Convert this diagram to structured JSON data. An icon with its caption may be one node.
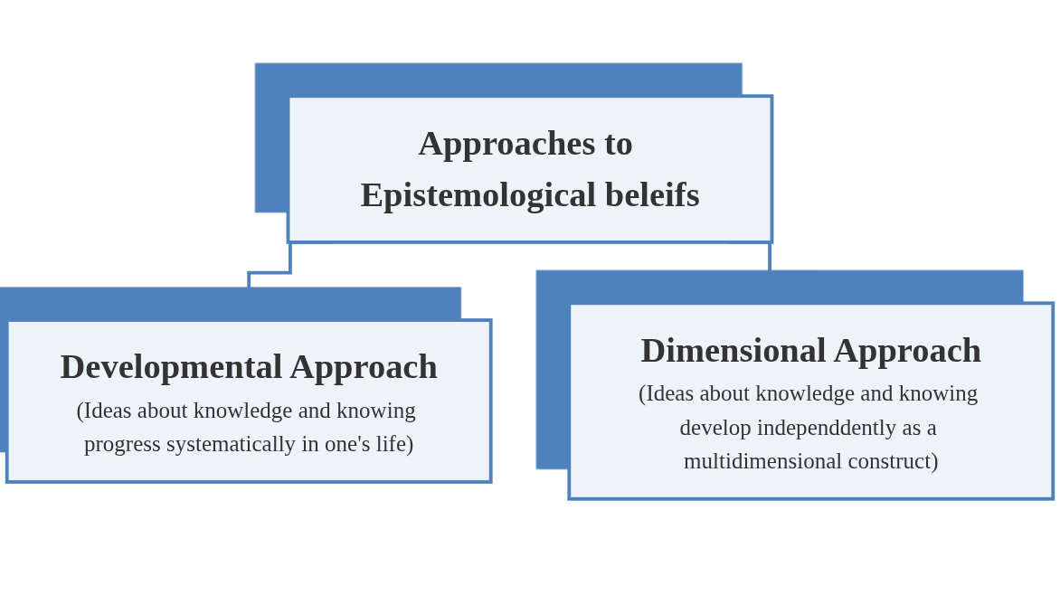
{
  "diagram": {
    "nodes": [
      {
        "text": [
          "Approaches to Epistemological beleifs"
        ]
      },
      {
        "text": [
          "Developmental Approach",
          "(Ideas about knowledge and knowing progress systematically in one's life)"
        ]
      },
      {
        "text": [
          "Dimensional Approach",
          "(Ideas about knowledge and knowing develop independdently as a multidimensional construct)"
        ]
      }
    ],
    "edges": [
      {
        "from": 0,
        "to": 1,
        "arrow": "none"
      },
      {
        "from": 0,
        "to": 2,
        "arrow": "none"
      }
    ]
  }
}
